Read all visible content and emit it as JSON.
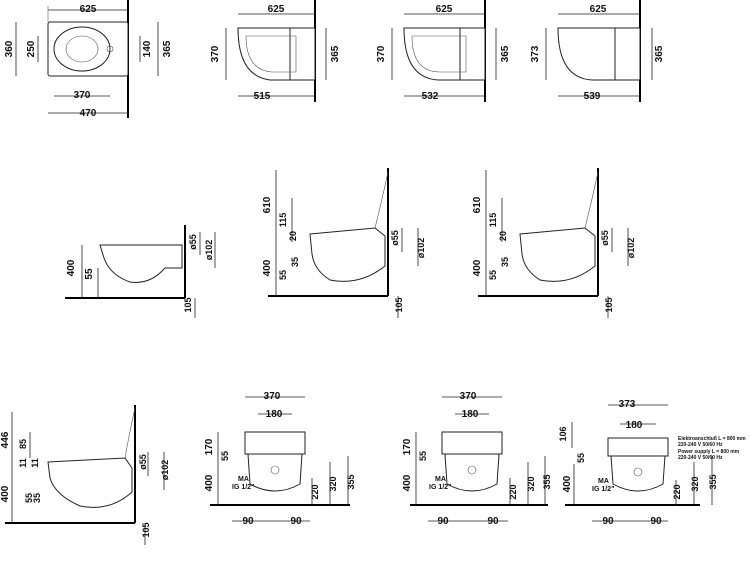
{
  "top_views": [
    {
      "id": "tv1",
      "width": "625",
      "left_dims": [
        "360",
        "250"
      ],
      "right_dims": [
        "140",
        "365"
      ],
      "bottom_dims": [
        "370",
        "470"
      ]
    },
    {
      "id": "tv2",
      "width": "625",
      "left_dims": [
        "370"
      ],
      "right_dims": [
        "365"
      ],
      "bottom_dims": [
        "515"
      ]
    },
    {
      "id": "tv3",
      "width": "625",
      "left_dims": [
        "370"
      ],
      "right_dims": [
        "365"
      ],
      "bottom_dims": [
        "532"
      ]
    },
    {
      "id": "tv4",
      "width": "625",
      "left_dims": [
        "373"
      ],
      "right_dims": [
        "365"
      ],
      "bottom_dims": [
        "539"
      ]
    }
  ],
  "side_views": [
    {
      "id": "sv1",
      "left_dims": [
        "400",
        "55"
      ],
      "right_dims": [
        "ø55",
        "ø102"
      ],
      "floor_dim": "105"
    },
    {
      "id": "sv2",
      "left_dims": [
        "610",
        "115",
        "20",
        "400",
        "35",
        "55"
      ],
      "right_dims": [
        "ø55",
        "ø102"
      ],
      "floor_dim": "105"
    },
    {
      "id": "sv3",
      "left_dims": [
        "610",
        "115",
        "20",
        "400",
        "35",
        "55"
      ],
      "right_dims": [
        "ø55",
        "ø102"
      ],
      "floor_dim": "105"
    },
    {
      "id": "sv4",
      "left_dims": [
        "446",
        "85",
        "11",
        "11",
        "400",
        "55",
        "35"
      ],
      "right_dims": [
        "ø55",
        "ø102"
      ],
      "floor_dim": "105"
    }
  ],
  "front_views": [
    {
      "id": "fv1",
      "top_dims": [
        "370",
        "180"
      ],
      "left_dims": [
        "170",
        "55",
        "400"
      ],
      "right_dims": [
        "220",
        "320",
        "355"
      ],
      "bottom_dims": [
        "90",
        "90"
      ],
      "ma_label": [
        "MA",
        "IG 1/2\""
      ]
    },
    {
      "id": "fv2",
      "top_dims": [
        "370",
        "180"
      ],
      "left_dims": [
        "170",
        "55",
        "400"
      ],
      "right_dims": [
        "220",
        "320",
        "355"
      ],
      "bottom_dims": [
        "90",
        "90"
      ],
      "ma_label": [
        "MA",
        "IG 1/2\""
      ]
    },
    {
      "id": "fv3",
      "top_dims": [
        "373",
        "180"
      ],
      "left_dims": [
        "106",
        "55",
        "400"
      ],
      "right_dims": [
        "220",
        "320",
        "355"
      ],
      "bottom_dims": [
        "90",
        "90"
      ],
      "ma_label": [
        "MA",
        "IG 1/2\""
      ],
      "notes": [
        "Elektroanschluß L = 800 mm",
        "220-240 V  50/60 Hz",
        "Power supply L = 800 mm",
        "220-240 V  50/60 Hz"
      ]
    }
  ]
}
